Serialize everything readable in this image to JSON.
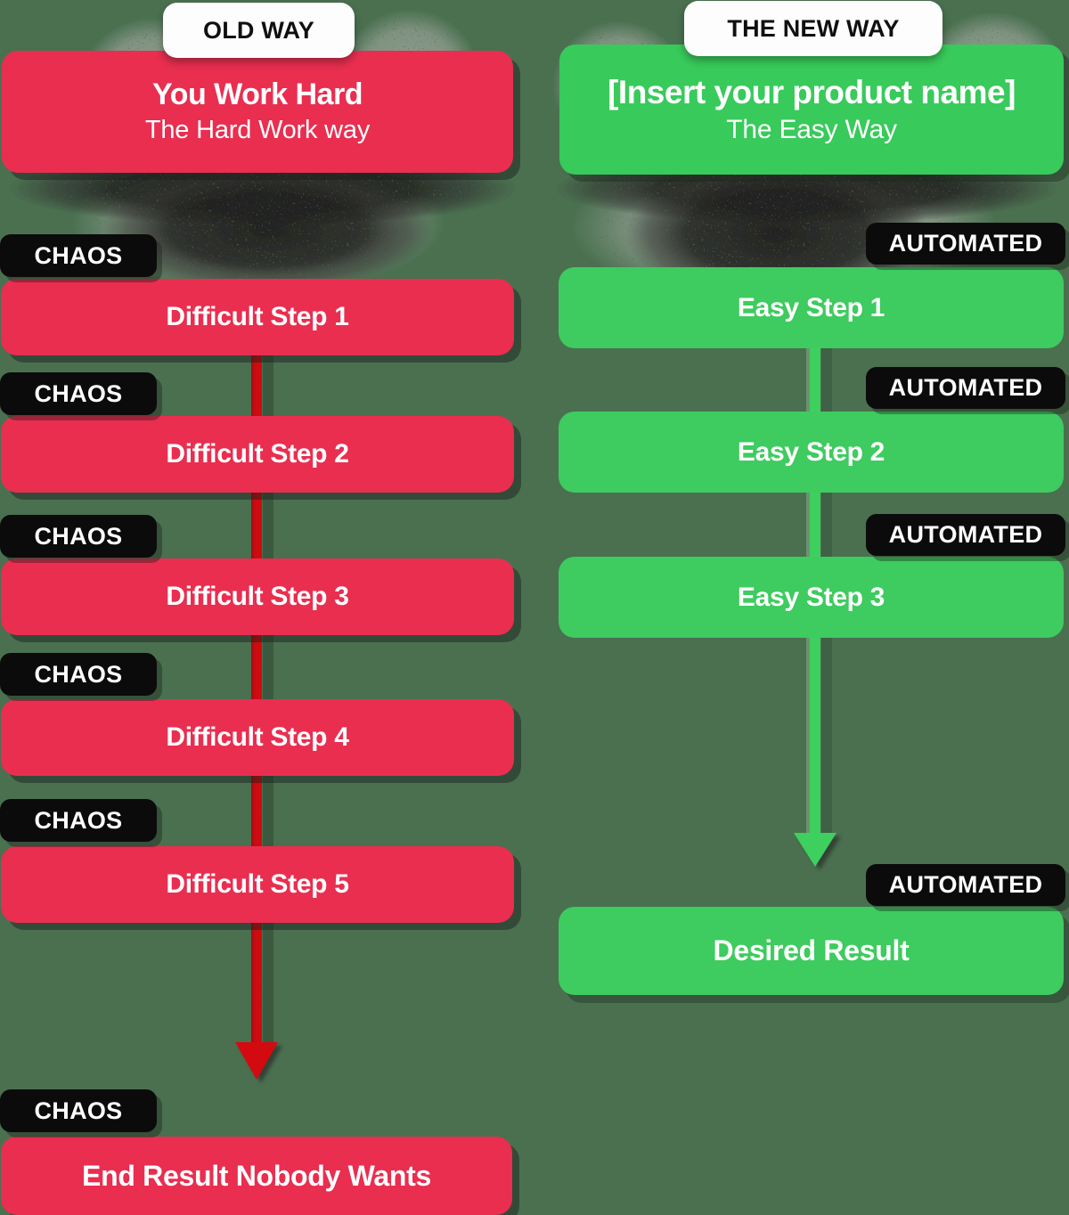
{
  "left": {
    "badge": "OLD WAY",
    "header": {
      "title": "You Work Hard",
      "subtitle": "The Hard Work way"
    },
    "tag": "CHAOS",
    "steps": [
      "Difficult Step 1",
      "Difficult Step 2",
      "Difficult Step 3",
      "Difficult Step 4",
      "Difficult Step 5"
    ],
    "result": "End Result Nobody Wants"
  },
  "right": {
    "badge": "THE NEW WAY",
    "header": {
      "title": "[Insert your product name]",
      "subtitle": "The Easy Way"
    },
    "tag": "AUTOMATED",
    "steps": [
      "Easy Step 1",
      "Easy Step 2",
      "Easy Step 3"
    ],
    "result": "Desired Result"
  },
  "colors": {
    "background": "#4a7050",
    "old_way_red": "#e92e50",
    "red_arrow": "#c90c11",
    "new_way_green": "#3ecb5f",
    "green_arrow": "#3ed05f",
    "tag_black": "#0b0b0b",
    "pill_white": "#fdfdfd"
  }
}
